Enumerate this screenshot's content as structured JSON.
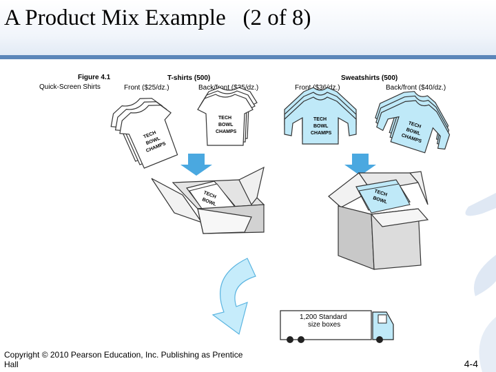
{
  "slide": {
    "title": "A Product Mix Example   (2 of 8)",
    "copyright": "Copyright © 2010 Pearson Education, Inc. Publishing as Prentice Hall",
    "page_number": "4-4"
  },
  "figure": {
    "figure_label": "Figure 4.1",
    "company": "Quick-Screen Shirts",
    "tshirts_header": "T-shirts (500)",
    "sweatshirts_header": "Sweatshirts (500)",
    "tshirt_front": "Front ($25/dz.)",
    "tshirt_backfront": "Back/front ($35/dz.)",
    "sweat_front": "Front ($36/dz.)",
    "sweat_backfront": "Back/front ($40/dz.)",
    "shirt_text": [
      "TECH",
      "BOWL",
      "CHAMPS"
    ],
    "box_text": [
      "TECH",
      "BOWL"
    ],
    "truck_line1": "1,200 Standard",
    "truck_line2": "size boxes"
  },
  "colors": {
    "accent_rule": "#5b86b9",
    "arrow_blue": "#4aa8e0",
    "sweatshirt_fill": "#bfe9f8",
    "box_gray": "#c8c8c8"
  }
}
